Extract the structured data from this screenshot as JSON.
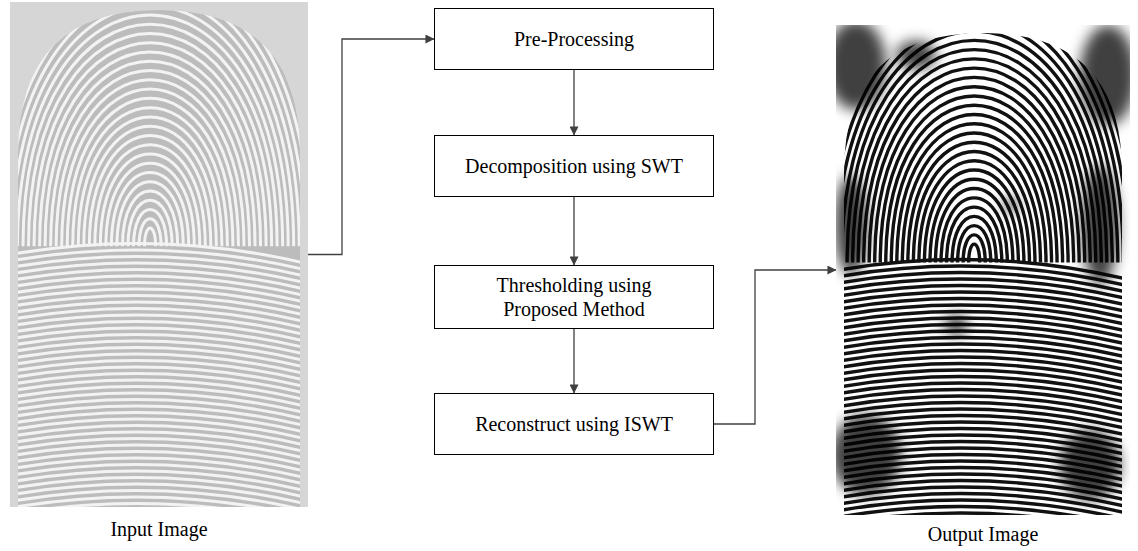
{
  "diagram": {
    "nodes": [
      {
        "text": [
          "Input Image"
        ]
      },
      {
        "text": [
          "Pre-Processing"
        ]
      },
      {
        "text": [
          "Decomposition using SWT"
        ]
      },
      {
        "text": [
          "Thresholding using Proposed Method"
        ]
      },
      {
        "text": [
          "Reconstruct using ISWT"
        ]
      },
      {
        "text": [
          "Output Image"
        ]
      }
    ],
    "edges": [
      {
        "from": 0,
        "to": 1,
        "arrow": "to"
      },
      {
        "from": 1,
        "to": 2,
        "arrow": "to"
      },
      {
        "from": 2,
        "to": 3,
        "arrow": "to"
      },
      {
        "from": 3,
        "to": 4,
        "arrow": "to"
      },
      {
        "from": 4,
        "to": 5,
        "arrow": "to"
      }
    ]
  }
}
